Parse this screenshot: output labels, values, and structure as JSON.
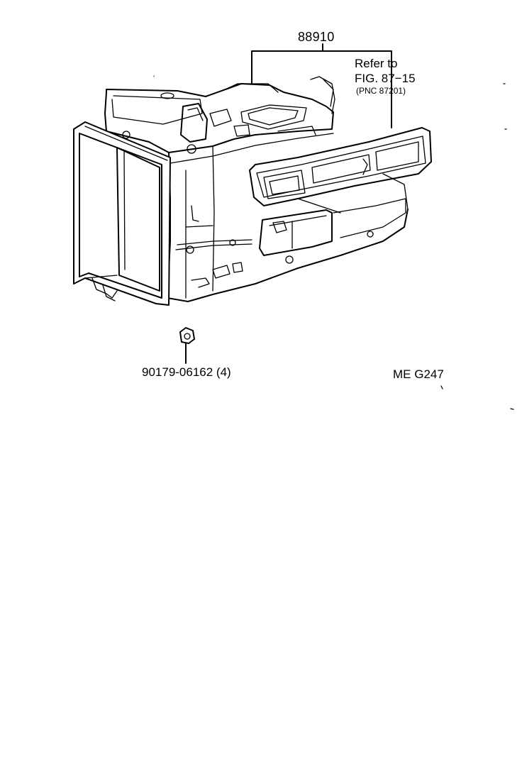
{
  "diagram": {
    "part_main": "88910",
    "refer_line1": "Refer to",
    "refer_line2": "FIG. 87−15",
    "refer_line3": "(PNC 87201)",
    "part_nut": "90179-06162 (4)",
    "figure_code": "ME G247"
  }
}
